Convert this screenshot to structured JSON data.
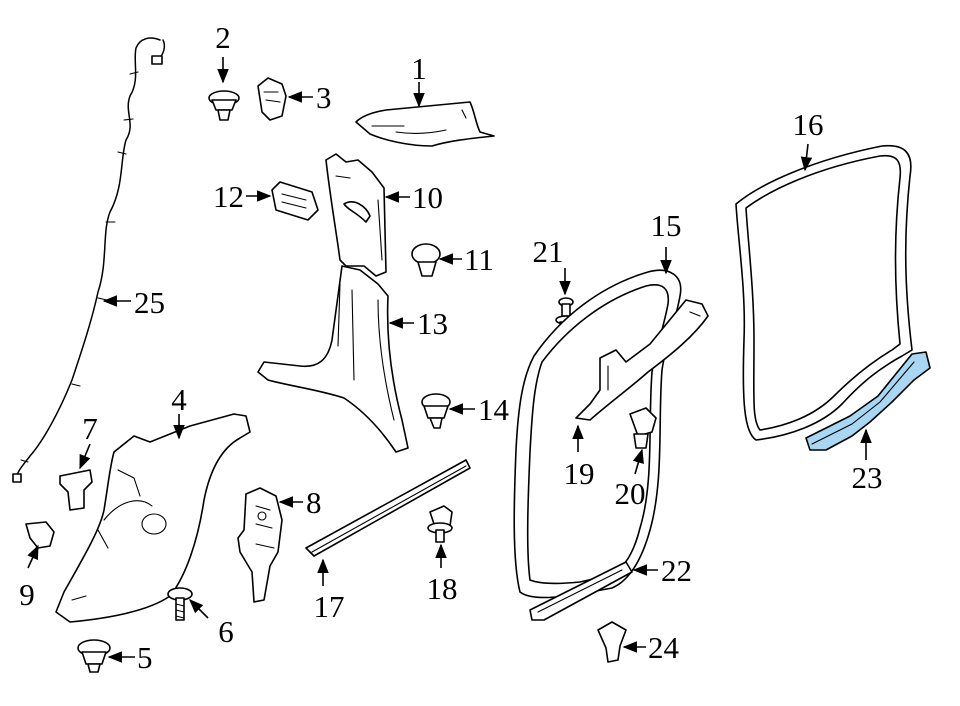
{
  "colors": {
    "line": "#000000",
    "background": "#ffffff",
    "highlight": "#a9d7f3"
  },
  "callouts": [
    {
      "id": "1",
      "label": "1"
    },
    {
      "id": "2",
      "label": "2"
    },
    {
      "id": "3",
      "label": "3"
    },
    {
      "id": "4",
      "label": "4"
    },
    {
      "id": "5",
      "label": "5"
    },
    {
      "id": "6",
      "label": "6"
    },
    {
      "id": "7",
      "label": "7"
    },
    {
      "id": "8",
      "label": "8"
    },
    {
      "id": "9",
      "label": "9"
    },
    {
      "id": "10",
      "label": "10"
    },
    {
      "id": "11",
      "label": "11"
    },
    {
      "id": "12",
      "label": "12"
    },
    {
      "id": "13",
      "label": "13"
    },
    {
      "id": "14",
      "label": "14"
    },
    {
      "id": "15",
      "label": "15"
    },
    {
      "id": "16",
      "label": "16"
    },
    {
      "id": "17",
      "label": "17"
    },
    {
      "id": "18",
      "label": "18"
    },
    {
      "id": "19",
      "label": "19"
    },
    {
      "id": "20",
      "label": "20"
    },
    {
      "id": "21",
      "label": "21"
    },
    {
      "id": "22",
      "label": "22"
    },
    {
      "id": "23",
      "label": "23"
    },
    {
      "id": "24",
      "label": "24"
    },
    {
      "id": "25",
      "label": "25"
    }
  ],
  "highlighted_part": "23"
}
